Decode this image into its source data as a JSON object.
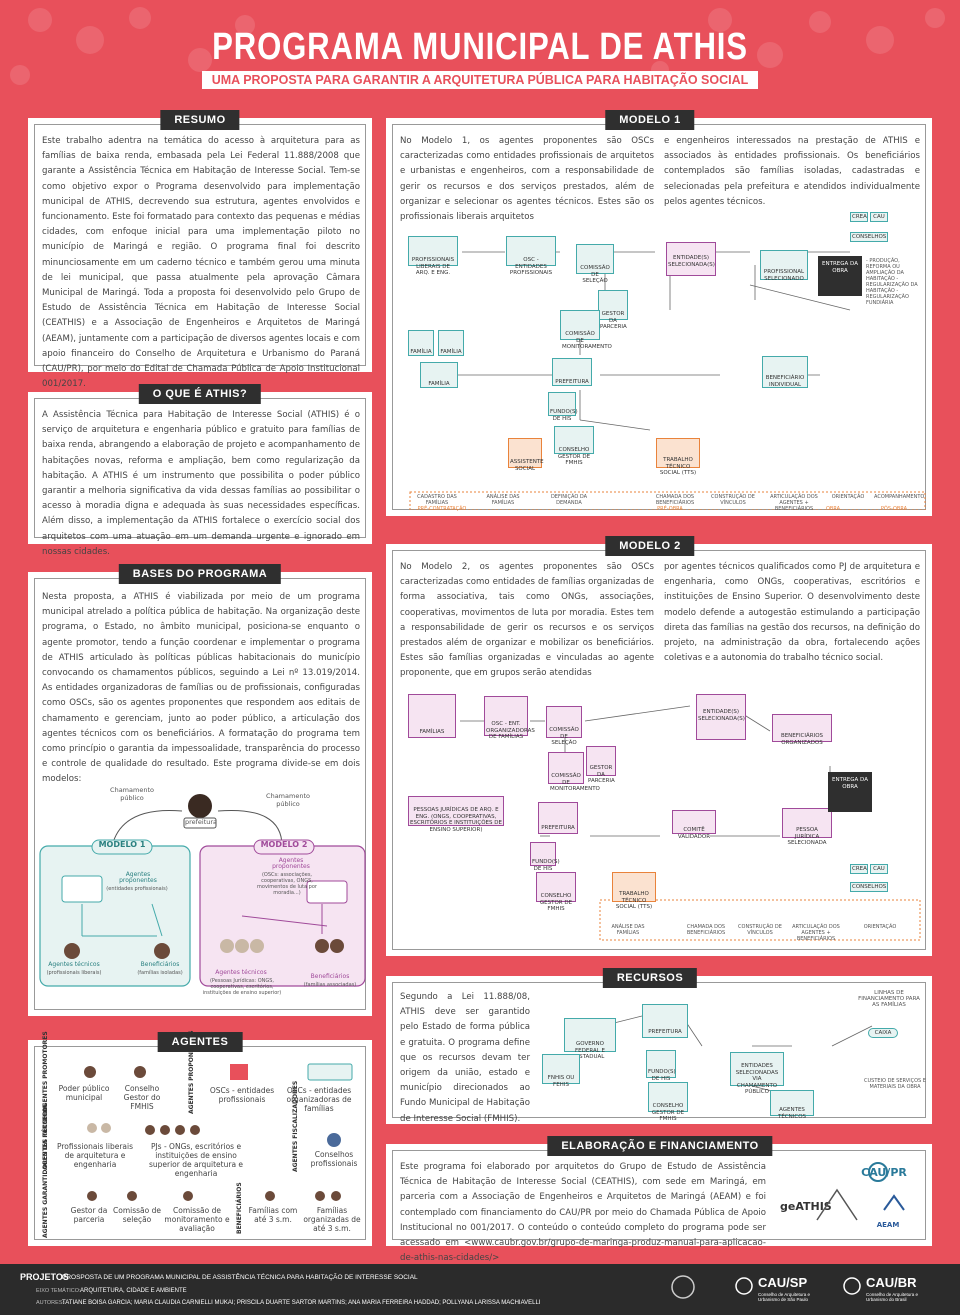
{
  "header": {
    "title": "PROGRAMA MUNICIPAL DE ATHIS",
    "subtitle": "UMA PROPOSTA PARA GARANTIR A ARQUITETURA PÚBLICA PARA HABITAÇÃO SOCIAL"
  },
  "colors": {
    "background": "#e8505b",
    "teal": "#4aa",
    "purple": "#a04a9a",
    "orange": "#e9833b",
    "dark": "#2f2f2f"
  },
  "resumo": {
    "label": "RESUMO",
    "text": "Este trabalho adentra na temática do acesso à arquitetura para as famílias de baixa renda, embasada pela Lei Federal 11.888/2008 que garante a Assistência Técnica em Habitação de Interesse Social. Tem-se como objetivo expor o Programa desenvolvido para implementação municipal de ATHIS, decrevendo sua estrutura, agentes envolvidos e funcionamento. Este foi formatado para contexto das pequenas e médias cidades, com enfoque inicial para uma implementação piloto no município de Maringá e região. O programa final foi descrito minunciosamente em um caderno técnico e também gerou uma minuta de lei municipal, que passa atualmente pela aprovação Câmara Municipal de Maringá. Toda a proposta foi desenvolvido pelo Grupo de Estudo de Assistência Técnica em Habitação de Interesse Social (CEATHIS) e a Associação de Engenheiros e Arquitetos de Maringá (AEAM), juntamente com a participação de diversos agentes locais e com apoio financeiro do Conselho de Arquitetura e Urbanismo do Paraná (CAU/PR), por meio do Edital de Chamada Pública de Apoio Institucional 001/2017."
  },
  "oque": {
    "label": "O QUE É ATHIS?",
    "text": "A Assistência Técnica para Habitação de Interesse Social (ATHIS) é o serviço de arquitetura e engenharia público e gratuito para famílias de baixa renda, abrangendo a elaboração de projeto e acompanhamento de habitações novas, reforma e ampliação, bem como regularização da habitação. A ATHIS é um instrumento que possibilita o poder público garantir a melhoria significativa da vida dessas famílias ao possibilitar o acesso à moradia digna e adequada às suas necessidades específicas. Além disso, a implementação da ATHIS fortalece o exercício social dos arquitetos com uma atuação em um demanda urgente e ignorado em nossas cidades."
  },
  "bases": {
    "label": "BASES DO PROGRAMA",
    "text": "Nesta proposta, a ATHIS é viabilizada por meio de um programa municipal atrelado a política pública de habitação. Na organização deste programa, o Estado, no âmbito municipal, posiciona-se enquanto o agente promotor, tendo a função coordenar e implementar o programa de ATHIS articulado às políticas públicas habitacionais do município convocando os chamamentos públicos, seguindo a Lei nº 13.019/2014. As entidades organizadoras de famílias ou de profissionais, configuradas como OSCs, são os agentes proponentes que respondem aos editais de chamamento e gerenciam, junto ao poder público, a articulação dos agentes técnicos com os beneficiários. A formatação do programa tem como princípio o garantia da impessoalidade, transparência do processo e controle de qualidade do resultado. Este programa divide-se em dois modelos:",
    "diagram": {
      "chamamento": "Chamamento público",
      "prefeitura": "prefeitura",
      "modelo1": "MODELO 1",
      "modelo2": "MODELO 2",
      "m1_proponentes": "Agentes proponentes",
      "m1_proponentes_sub": "(entidades profissionais)",
      "m1_tecnicos": "Agentes técnicos",
      "m1_tecnicos_sub": "(profissionais liberais)",
      "m1_benef": "Beneficiários",
      "m1_benef_sub": "(famílias isoladas)",
      "m2_proponentes": "Agentes proponentes",
      "m2_proponentes_sub": "(OSCs: associações, cooperativas, ONGS, movimentos de luta por moradia...)",
      "m2_tecnicos": "Agentes técnicos",
      "m2_tecnicos_sub": "(Pessoas Jurídicas: ONGS, cooperativas, escritórios, instituições de ensino superior)",
      "m2_benef": "Beneficiários",
      "m2_benef_sub": "(famílias associadas)"
    }
  },
  "agentes": {
    "label": "AGENTES",
    "rows": [
      {
        "cat": "AGENTES PROMOTORES",
        "items": [
          "Poder público municipal",
          "Conselho Gestor do FMHIS"
        ]
      },
      {
        "cat": "AGENTES PROPONENTES",
        "items": [
          "OSCs - entidades profissionais",
          "OSCs - entidades organizadoras de famílias"
        ]
      },
      {
        "cat": "AGENTES TÉCNICOS",
        "items": [
          "Profissionais liberais de arquitetura e engenharia",
          "PJs - ONGs, escritórios e instituições de ensino superior de arquitetura e engenharia"
        ]
      },
      {
        "cat": "AGENTES FISCALIZADORES",
        "items": [
          "Conselhos profissionais"
        ]
      },
      {
        "cat": "AGENTES GARANTIDORES DA PARCERIA",
        "items": [
          "Gestor da parceria",
          "Comissão de seleção",
          "Comissão de monitoramento e avaliação"
        ]
      },
      {
        "cat": "BENEFICIÁRIOS",
        "items": [
          "Famílias com até 3 s.m.",
          "Famílias organizadas de até 3 s.m."
        ]
      }
    ]
  },
  "modelo1": {
    "label": "MODELO 1",
    "text_left": "No Modelo 1, os agentes proponentes são OSCs caracterizadas como entidades profissionais de arquitetos e urbanistas e engenheiros, com a responsabilidade de gerir os recursos e dos serviços prestados, além de organizar e selecionar os agentes técnicos. Estes são os profissionais liberais arquitetos",
    "text_right": "e engenheiros interessados na prestação de ATHIS e associados às entidades profissionais. Os beneficiários contemplados são famílias isoladas, cadastradas e selecionadas pela prefeitura e atendidos individualmente pelos agentes técnicos.",
    "nodes": {
      "prof_liberais": "PROFISSIONAIS LIBERAIS DE ARQ. E ENG.",
      "osc": "OSC - ENTIDADES PROFISSIONAIS",
      "comissao_selecao": "COMISSÃO DE SELEÇÃO",
      "gestor": "GESTOR DA PARCERIA",
      "comissao_monit": "COMISSÃO DE MONITORAMENTO",
      "entidade": "ENTIDADE(S) SELECIONADA(S)",
      "prof_selecionado": "PROFISSIONAL SELECIONADO",
      "familia": "FAMÍLIA",
      "prefeitura": "PREFEITURA",
      "fundo": "FUNDO(S) DE HIS",
      "conselho": "CONSELHO GESTOR DE FMHIS",
      "beneficiario": "BENEFICIÁRIO INDIVIDUAL",
      "assistente": "ASSISTENTE SOCIAL",
      "trabalho": "TRABALHO TÉCNICO SOCIAL (TTS)",
      "crea": "CREA",
      "cau": "CAU",
      "conselhos": "CONSELHOS",
      "entrega": "ENTREGA DA OBRA",
      "obra_list": "- PRODUÇÃO, REFORMA OU AMPLIAÇÃO DA HABITAÇÃO - REGULARIZAÇÃO DA HABITAÇÃO - REGULARIZAÇÃO FUNDIÁRIA"
    },
    "timeline": [
      "CADASTRO DAS FAMÍLIAS",
      "ANÁLISE DAS FAMÍLIAS",
      "DEFINIÇÃO DA DEMANDA",
      "CHAMADA DOS BENEFICIÁRIOS",
      "CONSTRUÇÃO DE VÍNCULOS",
      "ARTICULAÇÃO DOS AGENTES + BENEFICIÁRIOS",
      "ORIENTAÇÃO",
      "ACOMPANHAMENTO"
    ],
    "phases": [
      "PRÉ-CONTRATAÇÃO",
      "PRÉ-OBRA",
      "OBRA",
      "PÓS-OBRA"
    ]
  },
  "modelo2": {
    "label": "MODELO 2",
    "text_left": "No Modelo 2, os agentes proponentes são OSCs caracterizadas como entidades de famílias organizadas de forma associativa, tais como ONGs, associações, cooperativas, movimentos de luta por moradia. Estes tem a responsabilidade de gerir os recursos e os serviços prestados além de organizar e mobilizar os beneficiários. Estes são famílias organizadas e vinculadas ao agente proponente, que em grupos serão atendidas",
    "text_right": "por agentes técnicos qualificados como PJ de arquitetura e engenharia, como ONGs, cooperativas, escritórios e instituições de Ensino Superior. O desenvolvimento deste modelo defende a autogestão estimulando a participação direta das famílias na gestão dos recursos, na definição do projeto, na administração da obra, fortalecendo ações coletivas e a autonomia do trabalho técnico social.",
    "nodes": {
      "familias": "FAMÍLIAS",
      "osc": "OSC - ENT. ORGANIZADORAS DE FAMÍLIAS",
      "comissao_selecao": "COMISSÃO DE SELEÇÃO",
      "gestor": "GESTOR DA PARCERIA",
      "comissao_monit": "COMISSÃO DE MONITORAMENTO",
      "entidade": "ENTIDADE(S) SELECIONADA(S)",
      "benef_org": "BENEFICIÁRIOS ORGANIZADOS",
      "pj": "PESSOAS JURÍDICAS DE ARQ. E ENG. (ONGS, COOPERATIVAS, ESCRITÓRIOS E INSTITUIÇÕES DE ENSINO SUPERIOR)",
      "prefeitura": "PREFEITURA",
      "fundo": "FUNDO(S) DE HIS",
      "comite": "COMITÊ VALIDADOR",
      "conselho": "CONSELHO GESTOR DE FMHIS",
      "trabalho": "TRABALHO TÉCNICO SOCIAL (TTS)",
      "pj_sel": "PESSOA JURÍDICA SELECIONADA",
      "crea": "CREA",
      "cau": "CAU",
      "conselhos": "CONSELHOS",
      "entrega": "ENTREGA DA OBRA"
    },
    "timeline": [
      "ANÁLISE DAS FAMÍLIAS",
      "CHAMADA DOS BENEFICIÁRIOS",
      "CONSTRUÇÃO DE VÍNCULOS",
      "ARTICULAÇÃO DOS AGENTES + BENEFICIÁRIOS",
      "ORIENTAÇÃO"
    ]
  },
  "recursos": {
    "label": "RECURSOS",
    "text": "Segundo a Lei 11.888/08, ATHIS deve ser garantido pelo Estado de forma pública e gratuita. O programa define que os recursos devam ter origem da união, estado e município direcionados ao Fundo Municipal de Habitação de Interesse Social (FMHIS).",
    "nodes": {
      "governo": "GOVERNO FEDERAL E ESTADUAL",
      "prefeitura": "PREFEITURA",
      "fundo": "FUNDO(S) DE HIS",
      "fmhis": "FNHIS OU FEHIS",
      "conselho": "CONSELHO GESTOR DE FMHIS",
      "entidades": "ENTIDADES SELECIONADAS VIA CHAMAMENTO PÚBLICO",
      "agentes": "AGENTES TÉCNICOS",
      "linhas": "LINHAS DE FINANCIAMENTO PARA AS FAMÍLIAS",
      "caixa": "CAIXA",
      "custeio": "CUSTEIO DE SERVIÇOS E MATERIAIS DA OBRA"
    }
  },
  "elaboracao": {
    "label": "ELABORAÇÃO E FINANCIAMENTO",
    "text": "Este programa foi elaborado por arquitetos do Grupo de Estudo de Assistência Técnica de Habitação de Interesse Social (CEATHIS), com sede em Maringá, em parceria com a Associação de Engenheiros e Arquitetos de Maringá (AEAM) e foi contemplado com financiamento do CAU/PR por meio do Chamada Pública de Apoio Institucional no 001/2017. O conteúdo o conteúdo completo do programa pode ser acessado em <www.caubr.gov.br/grupo-de-maringa-produz-manual-para-aplicacao-de-athis-nas-cidades/>",
    "logos": [
      "CAU/PR",
      "AEAM",
      "geATHIS"
    ]
  },
  "footer": {
    "projetos": "PROJETOS",
    "project_title": "PROSPOSTA DE UM PROGRAMA MUNICIPAL DE ASSISTÊNCIA TÉCNICA PARA HABITAÇÃO DE INTERESSE SOCIAL",
    "eixo_label": "EIXO TEMÁTICO:",
    "eixo": "ARQUITETURA, CIDADE E AMBIENTE",
    "autores_label": "AUTORES:",
    "autores": "TATIANE BOISA GARCIA; MARIA CLAUDIA CARNIELLI MUKAI; PRISCILA DUARTE SARTOR MARTINS; ANA MARIA FERREIRA HADDAD; POLLYANA LARISSA MACHIAVELLI",
    "logo1": "CAU/SP",
    "logo1_sub": "Conselho de Arquitetura e Urbanismo de São Paulo",
    "logo2": "CAU/BR",
    "logo2_sub": "Conselho de Arquitetura e Urbanismo do Brasil"
  }
}
